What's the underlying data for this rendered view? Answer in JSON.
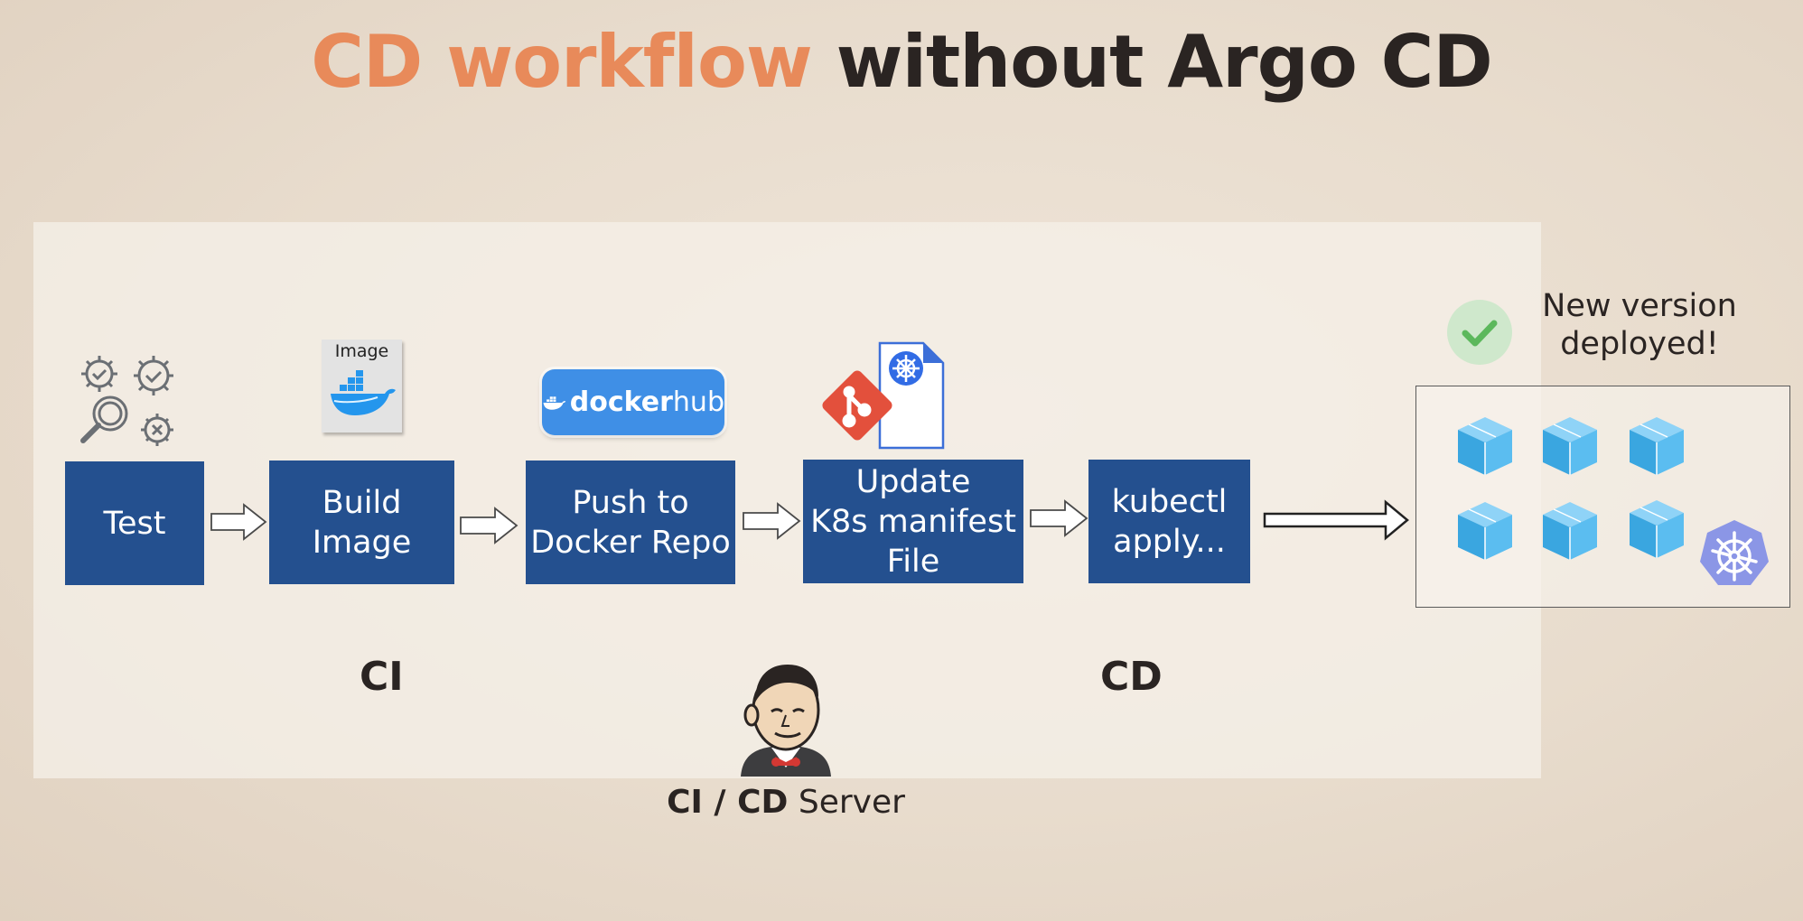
{
  "title": {
    "part1": "CD workflow",
    "part2": "without Argo CD"
  },
  "steps": [
    {
      "label": "Test"
    },
    {
      "label": "Build\nImage"
    },
    {
      "label": "Push to\nDocker Repo"
    },
    {
      "label": "Update\nK8s manifest\nFile"
    },
    {
      "label": "kubectl\napply..."
    }
  ],
  "stages": {
    "ci": "CI",
    "cd": "CD"
  },
  "image_card_label": "Image",
  "dockerhub": {
    "brand": "docker",
    "suffix": "hub"
  },
  "deployed_text": "New version\ndeployed!",
  "server_label": {
    "bold": "CI / CD",
    "rest": " Server"
  },
  "icons": {
    "test": "gears-magnifier-icon",
    "build": "docker-image-icon",
    "push": "dockerhub-logo",
    "manifest": "git-and-k8s-manifest-icon",
    "status": "check-circle-icon",
    "cluster": "kubernetes-icon",
    "server": "jenkins-icon"
  },
  "colors": {
    "title_accent": "#e88a5a",
    "title_dark": "#2a2422",
    "step_box": "#24508f",
    "pod": "#5bbdf0",
    "check": "#5cb85c",
    "git": "#e3503c",
    "k8s": "#326ce5"
  }
}
